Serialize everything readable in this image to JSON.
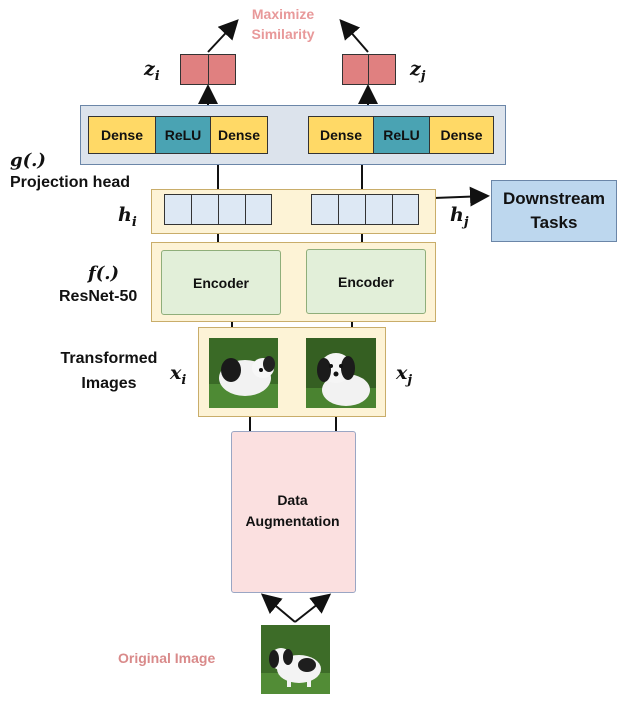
{
  "top_label": {
    "line1": "Maximize",
    "line2": "Similarity"
  },
  "z_i": "z",
  "z_i_sub": "i",
  "z_j": "z",
  "z_j_sub": "j",
  "projection": {
    "g_label": "g(.)",
    "title": "Projection head",
    "left_blocks": [
      "Dense",
      "ReLU",
      "Dense"
    ],
    "right_blocks": [
      "Dense",
      "ReLU",
      "Dense"
    ]
  },
  "h_i": "h",
  "h_i_sub": "i",
  "h_j": "h",
  "h_j_sub": "j",
  "downstream": {
    "line1": "Downstream",
    "line2": "Tasks"
  },
  "encoder_section": {
    "f_label": "f(.)",
    "title": "ResNet-50",
    "left_encoder": "Encoder",
    "right_encoder": "Encoder"
  },
  "transformed": {
    "line1": "Transformed",
    "line2": "Images"
  },
  "x_i": "x",
  "x_i_sub": "i",
  "x_j": "x",
  "x_j_sub": "j",
  "augmentation": {
    "line1": "Data",
    "line2": "Augmentation"
  },
  "original_image_label": "Original Image",
  "colors": {
    "pink_text": "#e8999a",
    "original_text": "#d98a8a",
    "dense": "#ffd966",
    "relu": "#4aa3b3",
    "encoder": "#e2efd9",
    "panel_blue": "#dce3ec",
    "panel_cream": "#fdf3d6",
    "z_box": "#e08080",
    "augmentation": "#fbe0e0",
    "downstream": "#bdd7ee"
  }
}
